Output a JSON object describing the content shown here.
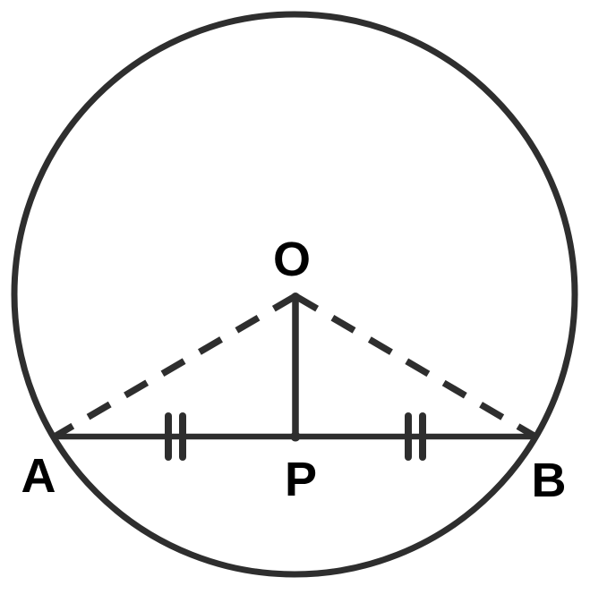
{
  "diagram": {
    "type": "circle-chord-geometry",
    "labels": {
      "center": "O",
      "chord_left_end": "A",
      "chord_right_end": "B",
      "chord_midpoint": "P"
    },
    "elements": {
      "circle": "circle with center O",
      "chord": "AB",
      "perpendicular_segment": "OP (solid)",
      "radius_left": "OA (dashed)",
      "radius_right": "OB (dashed)",
      "tick_marks_AP": "double-tick",
      "tick_marks_PB": "double-tick"
    },
    "colors": {
      "line": "#2e2e2e",
      "label": "#000000",
      "background": "#ffffff"
    }
  }
}
